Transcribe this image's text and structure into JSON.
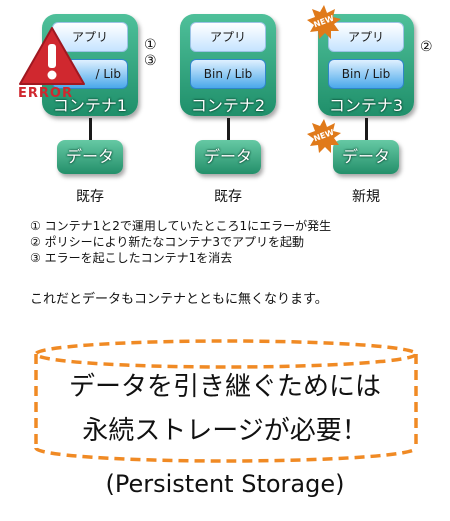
{
  "containers": [
    {
      "app": "アプリ",
      "bin": "/ Lib",
      "label": "コンテナ1",
      "caption": "既存"
    },
    {
      "app": "アプリ",
      "bin": "Bin / Lib",
      "label": "コンテナ2",
      "caption": "既存"
    },
    {
      "app": "アプリ",
      "bin": "Bin / Lib",
      "label": "コンテナ3",
      "caption": "新規"
    }
  ],
  "data_label": "データ",
  "error_label": "ERROR",
  "new_label": "NEW",
  "marks": {
    "one": "①",
    "three": "③",
    "two": "②"
  },
  "notes": [
    "① コンテナ1と2で運用していたところ1にエラーが発生",
    "② ポリシーにより新たなコンテナ3でアプリを起動",
    "③ エラーを起こしたコンテナ1を消去"
  ],
  "summary": "これだとデータもコンテナとともに無くなります。",
  "highlight": {
    "line1": "データを引き継ぐためには",
    "line2": "永続ストレージが必要！",
    "line3": "(Persistent Storage)"
  },
  "colors": {
    "container": "#2aa37a",
    "error": "#d0282f",
    "new_badge": "#e07a1a",
    "dash": "#f08a24"
  }
}
